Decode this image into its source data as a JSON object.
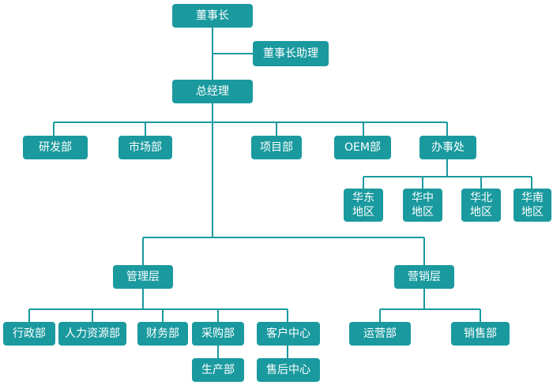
{
  "diagram": {
    "line_color": "#1a9a9f",
    "node_color": "#1a9a9f",
    "nodes": {
      "chairman": "董事长",
      "chairman_assistant": "董事长助理",
      "general_manager": "总经理",
      "rnd": "研发部",
      "marketing": "市场部",
      "projects": "项目部",
      "oem": "OEM部",
      "office": "办事处",
      "east_china": "华东\n地区",
      "central_china": "华中\n地区",
      "north_china": "华北\n地区",
      "south_china": "华南\n地区",
      "management": "管理层",
      "sales_layer": "营销层",
      "admin": "行政部",
      "hr": "人力资源部",
      "finance": "财务部",
      "purchasing": "采购部",
      "customer_center": "客户中心",
      "production": "生产部",
      "after_sales": "售后中心",
      "operations": "运营部",
      "sales": "销售部"
    }
  }
}
